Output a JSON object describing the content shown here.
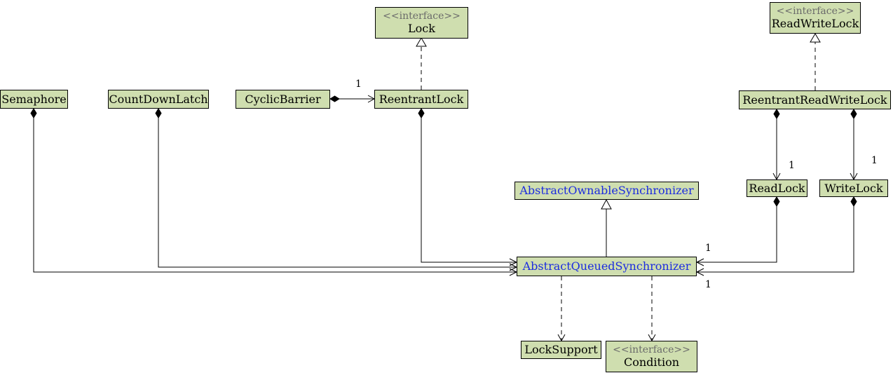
{
  "classes": {
    "lock": {
      "stereotype": "<<interface>>",
      "name": "Lock"
    },
    "read_write_lock": {
      "stereotype": "<<interface>>",
      "name": "ReadWriteLock"
    },
    "semaphore": {
      "name": "Semaphore"
    },
    "count_down_latch": {
      "name": "CountDownLatch"
    },
    "cyclic_barrier": {
      "name": "CyclicBarrier"
    },
    "reentrant_lock": {
      "name": "ReentrantLock"
    },
    "reentrant_read_write_lock": {
      "name": "ReentrantReadWriteLock"
    },
    "read_lock": {
      "name": "ReadLock"
    },
    "write_lock": {
      "name": "WriteLock"
    },
    "abstract_ownable_synchronizer": {
      "name": "AbstractOwnableSynchronizer"
    },
    "abstract_queued_synchronizer": {
      "name": "AbstractQueuedSynchronizer"
    },
    "lock_support": {
      "name": "LockSupport"
    },
    "condition": {
      "stereotype": "<<interface>>",
      "name": "Condition"
    }
  },
  "multiplicities": {
    "cyclic_barrier_to_reentrant_lock": "1",
    "reentrant_rw_to_read_lock": "1",
    "reentrant_rw_to_write_lock": "1",
    "read_lock_to_aqs": "1",
    "write_lock_to_aqs": "1"
  },
  "colors": {
    "box_fill": "#cfdeaf",
    "line": "#000000",
    "stereotype_text": "#6a6a6a",
    "abstract_class_text": "#1c2cdf"
  }
}
